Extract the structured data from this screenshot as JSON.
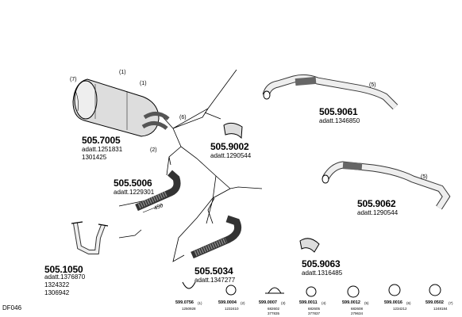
{
  "diagram_code": "DF046",
  "parts": [
    {
      "id": "p7005",
      "number": "505.7005",
      "adatt": "adatt.1251831",
      "extra": [
        "1301425"
      ],
      "callouts": [
        "(7)",
        "(1)",
        "(1)",
        "(2)",
        "(6)"
      ]
    },
    {
      "id": "p9002",
      "number": "505.9002",
      "adatt": "adatt.1290544",
      "extra": []
    },
    {
      "id": "p9061",
      "number": "505.9061",
      "adatt": "adatt.1346850",
      "extra": [],
      "callouts": [
        "(5)"
      ]
    },
    {
      "id": "p5006",
      "number": "505.5006",
      "adatt": "adatt.1229301",
      "extra": [],
      "dimension": "450"
    },
    {
      "id": "p9062",
      "number": "505.9062",
      "adatt": "adatt.1290544",
      "extra": [],
      "callouts": [
        "(5)"
      ]
    },
    {
      "id": "p1050",
      "number": "505.1050",
      "adatt": "adatt.1376870",
      "extra": [
        "1324322",
        "1306942"
      ]
    },
    {
      "id": "p5034",
      "number": "505.5034",
      "adatt": "adatt.1347277",
      "extra": []
    },
    {
      "id": "p9063",
      "number": "505.9063",
      "adatt": "adatt.1316485",
      "extra": []
    }
  ],
  "clamps": [
    {
      "number": "599.0756",
      "qty": "(1)",
      "ref": "1250928"
    },
    {
      "number": "599.0004",
      "qty": "(2)",
      "ref": "1232410"
    },
    {
      "number": "599.0007",
      "qty": "(3)",
      "ref": "682602",
      "ref2": "377835"
    },
    {
      "number": "599.0011",
      "qty": "(4)",
      "ref": "682605",
      "ref2": "377837"
    },
    {
      "number": "599.0012",
      "qty": "(5)",
      "ref": "682608",
      "ref2": "279634"
    },
    {
      "number": "599.0016",
      "qty": "(6)",
      "ref": "1234212"
    },
    {
      "number": "599.0502",
      "qty": "(7)",
      "ref": "1248184"
    }
  ]
}
